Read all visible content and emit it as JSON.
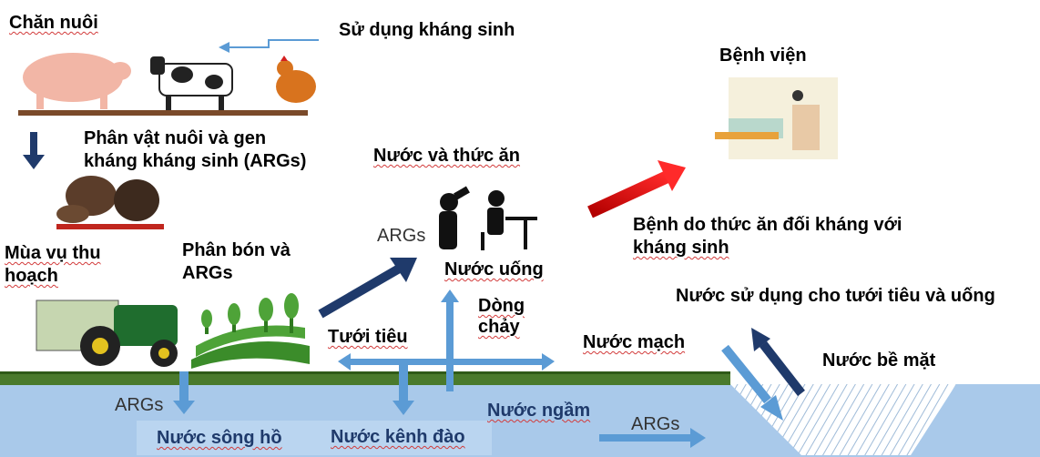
{
  "labels": {
    "chan_nuoi": "Chăn nuôi",
    "su_dung_khang_sinh": "Sử dụng kháng sinh",
    "benh_vien": "Bệnh viện",
    "phan_vat_nuoi_1": "Phân vật nuôi và gen",
    "phan_vat_nuoi_2": "kháng kháng sinh (ARGs)",
    "nuoc_va_thuc_an": "Nước và thức ăn",
    "args_drink": "ARGs",
    "benh_do_thuc_an_1": "Bệnh do thức ăn đối kháng với",
    "benh_do_thuc_an_2": "kháng sinh",
    "mua_vu_1": "Mùa vụ thu",
    "mua_vu_2": "hoạch",
    "phan_bon_1": "Phân bón và",
    "phan_bon_2": "ARGs",
    "nuoc_uong": "Nước uống",
    "nuoc_su_dung": "Nước sử dụng cho tưới tiêu và uống",
    "dong_chay_1": "Dòng",
    "dong_chay_2": "chảy",
    "tuoi_tieu": "Tưới tiêu",
    "nuoc_mach": "Nước mạch",
    "nuoc_be_mat": "Nước bề mặt",
    "args_water_left": "ARGs",
    "nuoc_ngam": "Nước ngầm",
    "args_water_right": "ARGs",
    "nuoc_song_ho": "Nước sông hồ",
    "nuoc_kenh_dao": "Nước kênh đào"
  },
  "colors": {
    "water": "#a9c9ea",
    "ground": "#4a7a2c",
    "arrow_light": "#5b9bd5",
    "arrow_dark": "#1f3a6b",
    "arrow_red": "#e01b1b"
  }
}
